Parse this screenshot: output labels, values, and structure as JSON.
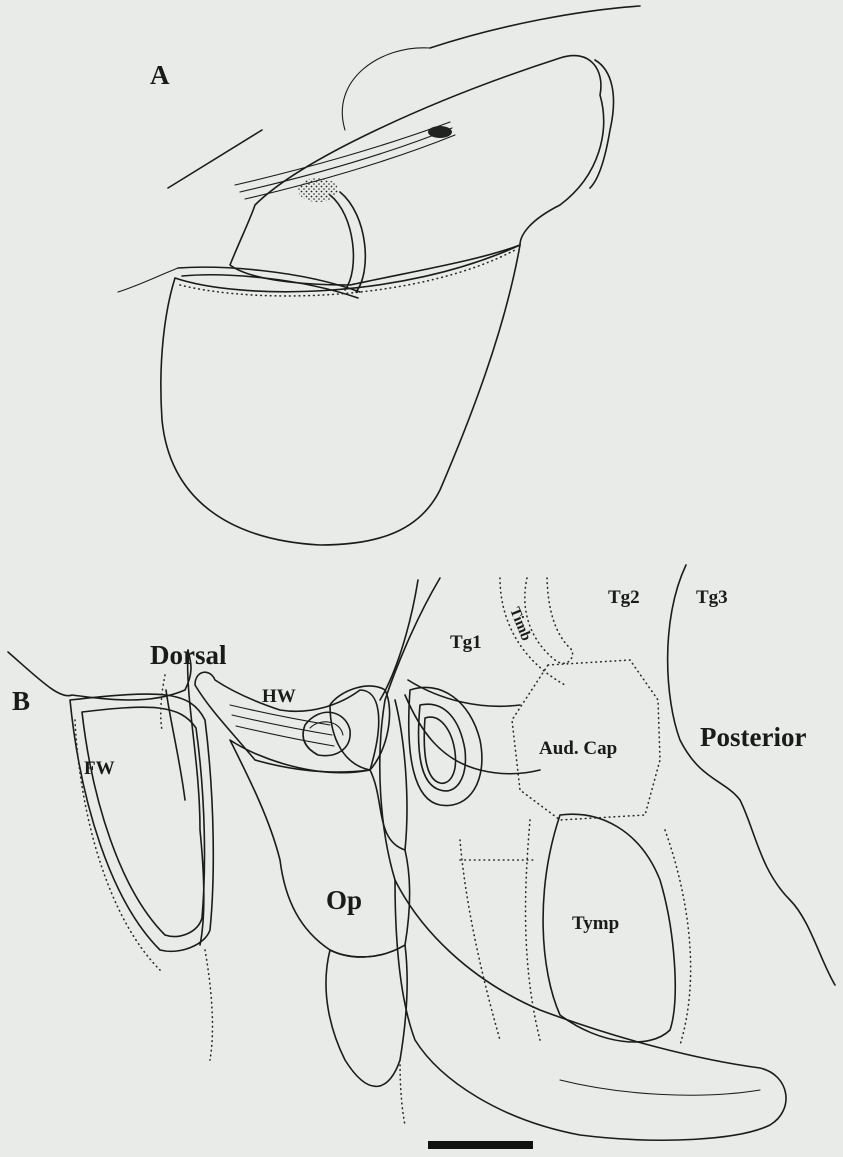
{
  "panels": {
    "a": {
      "label": "A"
    },
    "b": {
      "label": "B"
    }
  },
  "orientation": {
    "dorsal": "Dorsal",
    "posterior": "Posterior"
  },
  "structures": {
    "fw": "FW",
    "hw": "HW",
    "op": "Op",
    "tg1": "Tg1",
    "tg2": "Tg2",
    "tg3": "Tg3",
    "timb": "Timb",
    "aud_cap": "Aud. Cap",
    "tymp": "Tymp"
  },
  "colors": {
    "background": "#e9ebe9",
    "ink": "#1b1b1b",
    "membrane_fill": "#8f8f8f",
    "tymp_fill": "#858585"
  }
}
